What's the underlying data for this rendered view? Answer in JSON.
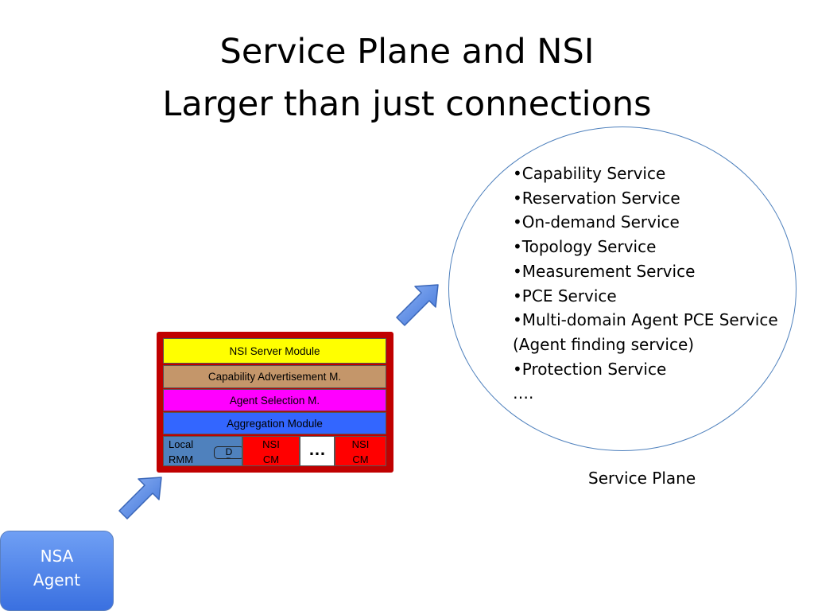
{
  "title": {
    "line1": "Service Plane and NSI",
    "line2": "Larger than just connections"
  },
  "service_plane": {
    "services": [
      "•Capability Service",
      "•Reservation Service",
      "•On-demand Service",
      "•Topology Service",
      "•Measurement Service",
      "•PCE Service",
      "•Multi-domain Agent PCE Service",
      "(Agent finding service)",
      "•Protection Service",
      "…."
    ],
    "caption": "Service Plane"
  },
  "nsi_stack": {
    "server_module": "NSI Server Module",
    "capability_module": "Capability Advertisement M.",
    "agent_selection_module": "Agent Selection M.",
    "aggregation_module": "Aggregation Module",
    "local_rmm_line1": "Local",
    "local_rmm_line2": "RMM",
    "db_line1": "D",
    "db_line2": "B",
    "cm1_line1": "NSI",
    "cm1_line2": "CM",
    "ellipsis": "…",
    "cm2_line1": "NSI",
    "cm2_line2": "CM"
  },
  "nsa_agent": {
    "line1": "NSA",
    "line2": "Agent"
  },
  "colors": {
    "stack_border": "#c00000",
    "server_module": "#ffff00",
    "capability_module": "#c4966a",
    "agent_selection_module": "#ff00ff",
    "aggregation_module": "#3366ff",
    "local_rmm": "#4f81bd",
    "nsi_cm": "#ff0000",
    "arrow": "#6f9ff4",
    "circle_outline": "#4f81bd"
  }
}
